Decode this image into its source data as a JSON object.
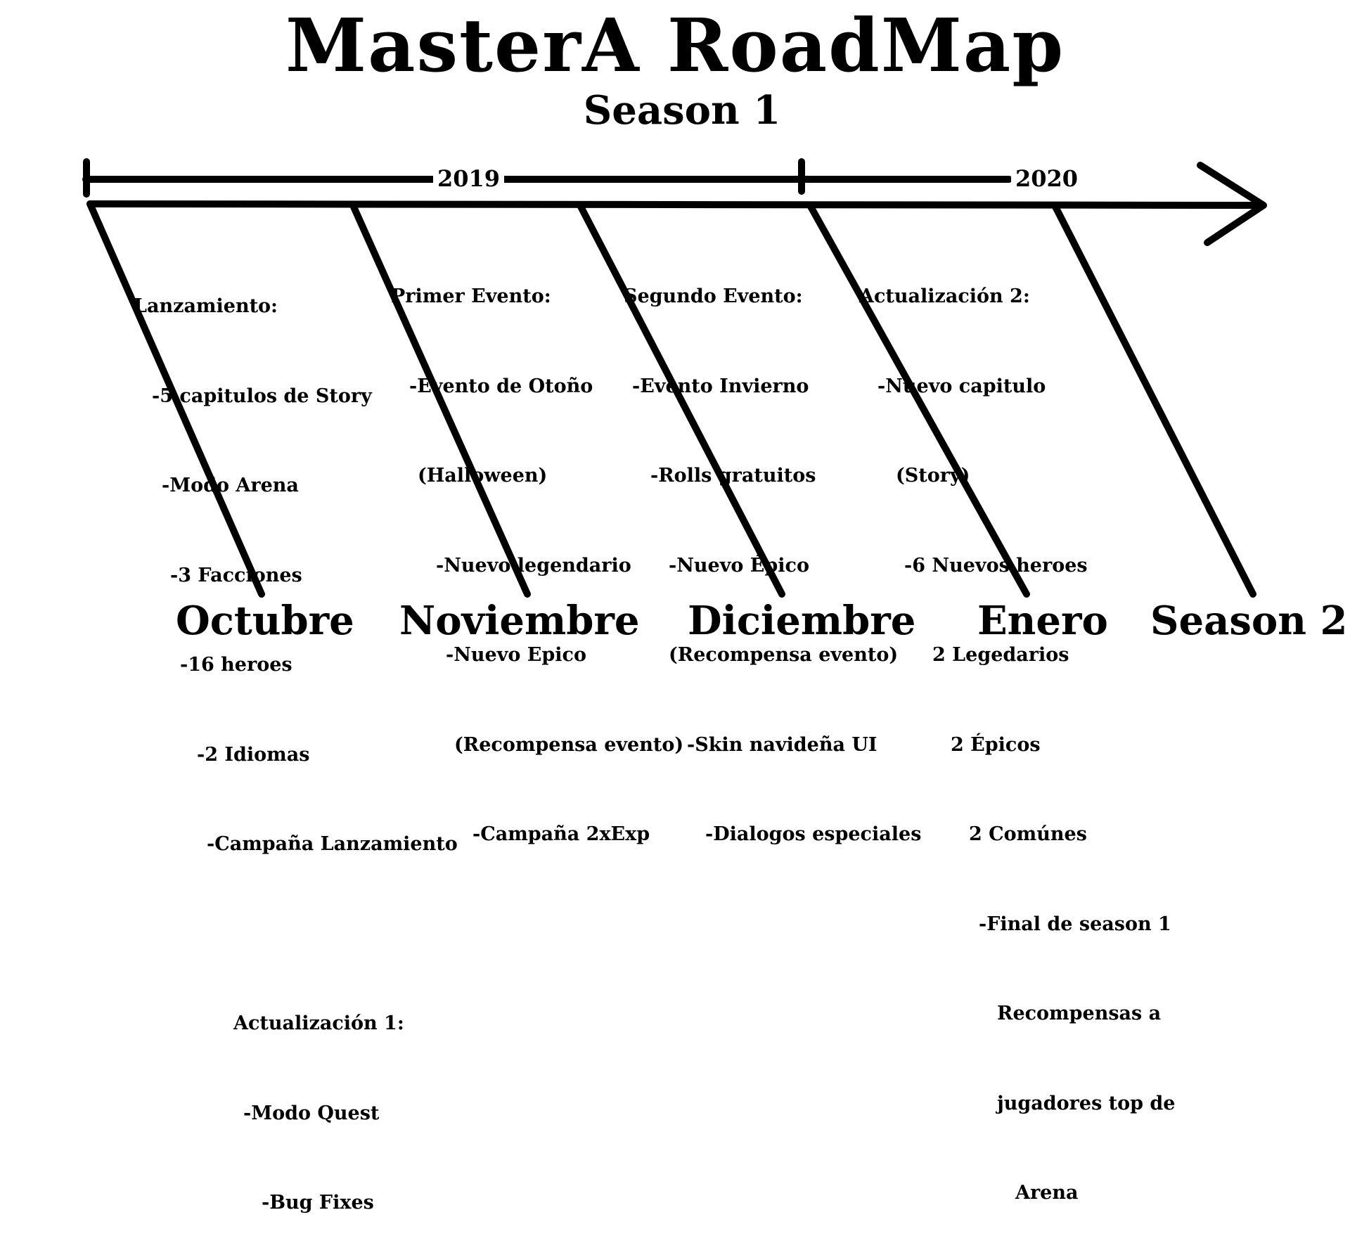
{
  "header": {
    "title": "MasterA RoadMap",
    "subtitle": "Season 1"
  },
  "years": [
    "2019",
    "2020"
  ],
  "sections": [
    {
      "lines": [
        "Lanzamiento:",
        "-5 capitulos de Story",
        "-Modo Arena",
        "-3 Facciones",
        "-16 heroes",
        "-2 Idiomas",
        "-Campaña Lanzamiento",
        "",
        "Actualización 1:",
        "-Modo Quest",
        "-Bug Fixes"
      ]
    },
    {
      "lines": [
        "Primer Evento:",
        "-Evento de Otoño",
        "(Halloween)",
        "-Nuevo legendario",
        "-Nuevo Epico",
        "(Recompensa evento)",
        "-Campaña 2xExp"
      ]
    },
    {
      "lines": [
        "Segundo Evento:",
        "-Evento Invierno",
        "-Rolls gratuitos",
        "-Nuevo Épico",
        "(Recompensa evento)",
        "-Skin navideña UI",
        "-Dialogos especiales"
      ]
    },
    {
      "lines": [
        "Actualización 2:",
        "-Nuevo capitulo",
        "(Story)",
        "-6 Nuevos heroes",
        "2 Legedarios",
        "2 Épicos",
        "2 Comúnes",
        "-Final de season 1",
        "Recompensas a",
        "jugadores top de",
        "Arena"
      ]
    }
  ],
  "months": [
    "Octubre",
    "Noviembre",
    "Diciembre",
    "Enero",
    "Season 2"
  ]
}
